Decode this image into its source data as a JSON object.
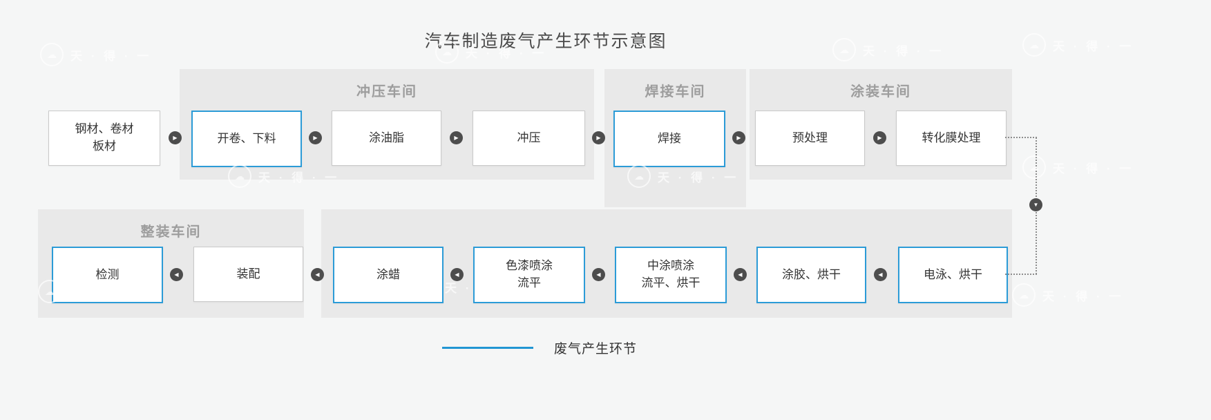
{
  "title": "汽车制造废气产生环节示意图",
  "legend": {
    "label": "废气产生环节",
    "line_color": "#2196d3"
  },
  "watermark": {
    "text": "天 · 得 · 一"
  },
  "icons": {
    "cloud": "☁",
    "arrow_right": "▶",
    "arrow_left": "◀",
    "arrow_down": "▼"
  },
  "colors": {
    "waste_gas_border": "#2b9bd7",
    "normal_border": "#c9c9c9",
    "group_bg": "#e9e9e9",
    "arrow_bg": "#4d4d4d"
  },
  "groups": {
    "stamping": {
      "label": "冲压车间"
    },
    "welding": {
      "label": "焊接车间"
    },
    "painting": {
      "label": "涂装车间"
    },
    "assembly": {
      "label": "整装车间"
    }
  },
  "nodes": {
    "steel": {
      "label": "钢材、卷材\n板材",
      "waste_gas": false
    },
    "uncoil": {
      "label": "开卷、下料",
      "waste_gas": true
    },
    "greasing": {
      "label": "涂油脂",
      "waste_gas": false
    },
    "stamping": {
      "label": "冲压",
      "waste_gas": false
    },
    "welding": {
      "label": "焊接",
      "waste_gas": true
    },
    "pretreatment": {
      "label": "预处理",
      "waste_gas": false
    },
    "conversion": {
      "label": "转化膜处理",
      "waste_gas": false
    },
    "electrophoresis": {
      "label": "电泳、烘干",
      "waste_gas": true
    },
    "gluing": {
      "label": "涂胶、烘干",
      "waste_gas": true
    },
    "mid_coat": {
      "label": "中涂喷涂\n流平、烘干",
      "waste_gas": true
    },
    "color_coat": {
      "label": "色漆喷涂\n流平",
      "waste_gas": true
    },
    "waxing": {
      "label": "涂蜡",
      "waste_gas": true
    },
    "assembly": {
      "label": "装配",
      "waste_gas": false
    },
    "inspection": {
      "label": "检测",
      "waste_gas": true
    }
  },
  "flow": {
    "top_row_left_to_right": [
      "钢材、卷材板材",
      "开卷、下料",
      "涂油脂",
      "冲压",
      "焊接",
      "预处理",
      "转化膜处理"
    ],
    "bottom_row_right_to_left": [
      "电泳、烘干",
      "涂胶、烘干",
      "中涂喷涂流平、烘干",
      "色漆喷涂流平",
      "涂蜡",
      "装配",
      "检测"
    ],
    "connector": "转化膜处理 → (虚线向下) → 电泳、烘干"
  }
}
